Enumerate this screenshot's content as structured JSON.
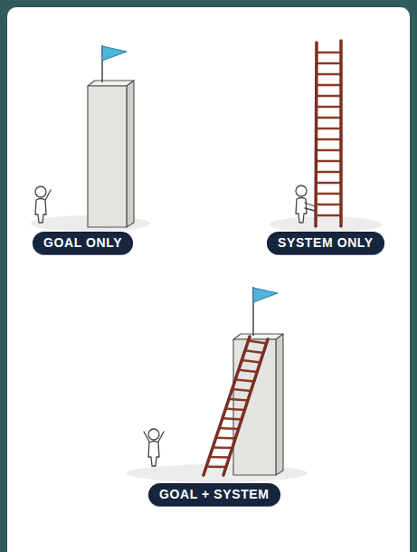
{
  "diagram": {
    "nodes": [
      {
        "text": [
          "GOAL ONLY"
        ]
      },
      {
        "text": [
          "SYSTEM ONLY"
        ]
      },
      {
        "text": [
          "GOAL + SYSTEM"
        ]
      }
    ]
  }
}
